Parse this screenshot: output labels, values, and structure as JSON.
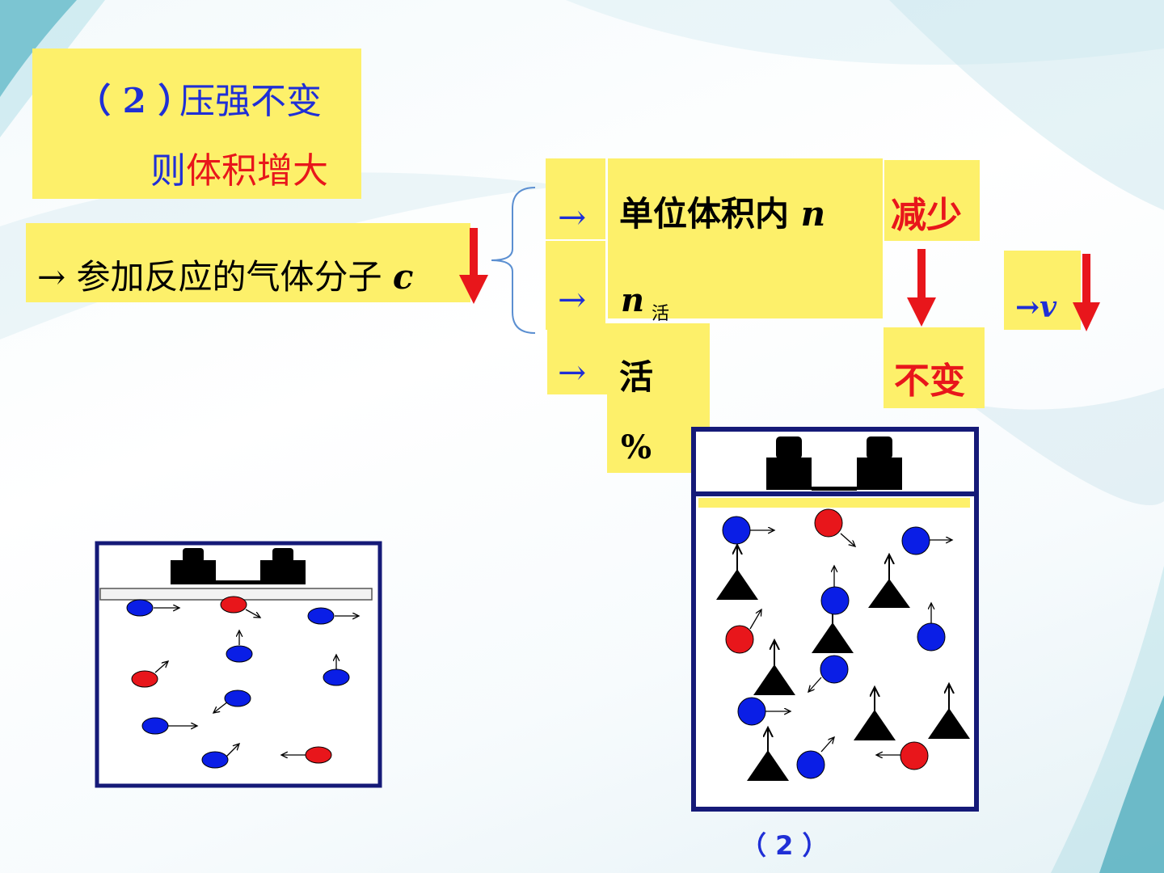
{
  "colors": {
    "highlight": "#fdf06a",
    "blue_text": "#1f2fd6",
    "red_text": "#e8161b",
    "molecule_blue": "#0a1ee6",
    "molecule_red": "#e8161b",
    "container_border": "#151a78"
  },
  "heading": {
    "number": "（ 2 ）",
    "condition": "压强不变",
    "result_prefix": "则",
    "result_red": "体积增大"
  },
  "reasoning": {
    "main": "→ 参加反应的气体分子 ",
    "main_var": "c"
  },
  "branches": {
    "arrow": "→",
    "row1_label": "单位体积内 ",
    "row1_var": "n",
    "row1_result": "减少",
    "row2_var": "n",
    "row2_sub": "活",
    "row3_label": "活",
    "row3_pct": "%",
    "row3_result": "不变",
    "conclusion": "→v"
  },
  "caption": "（ 2 ）"
}
